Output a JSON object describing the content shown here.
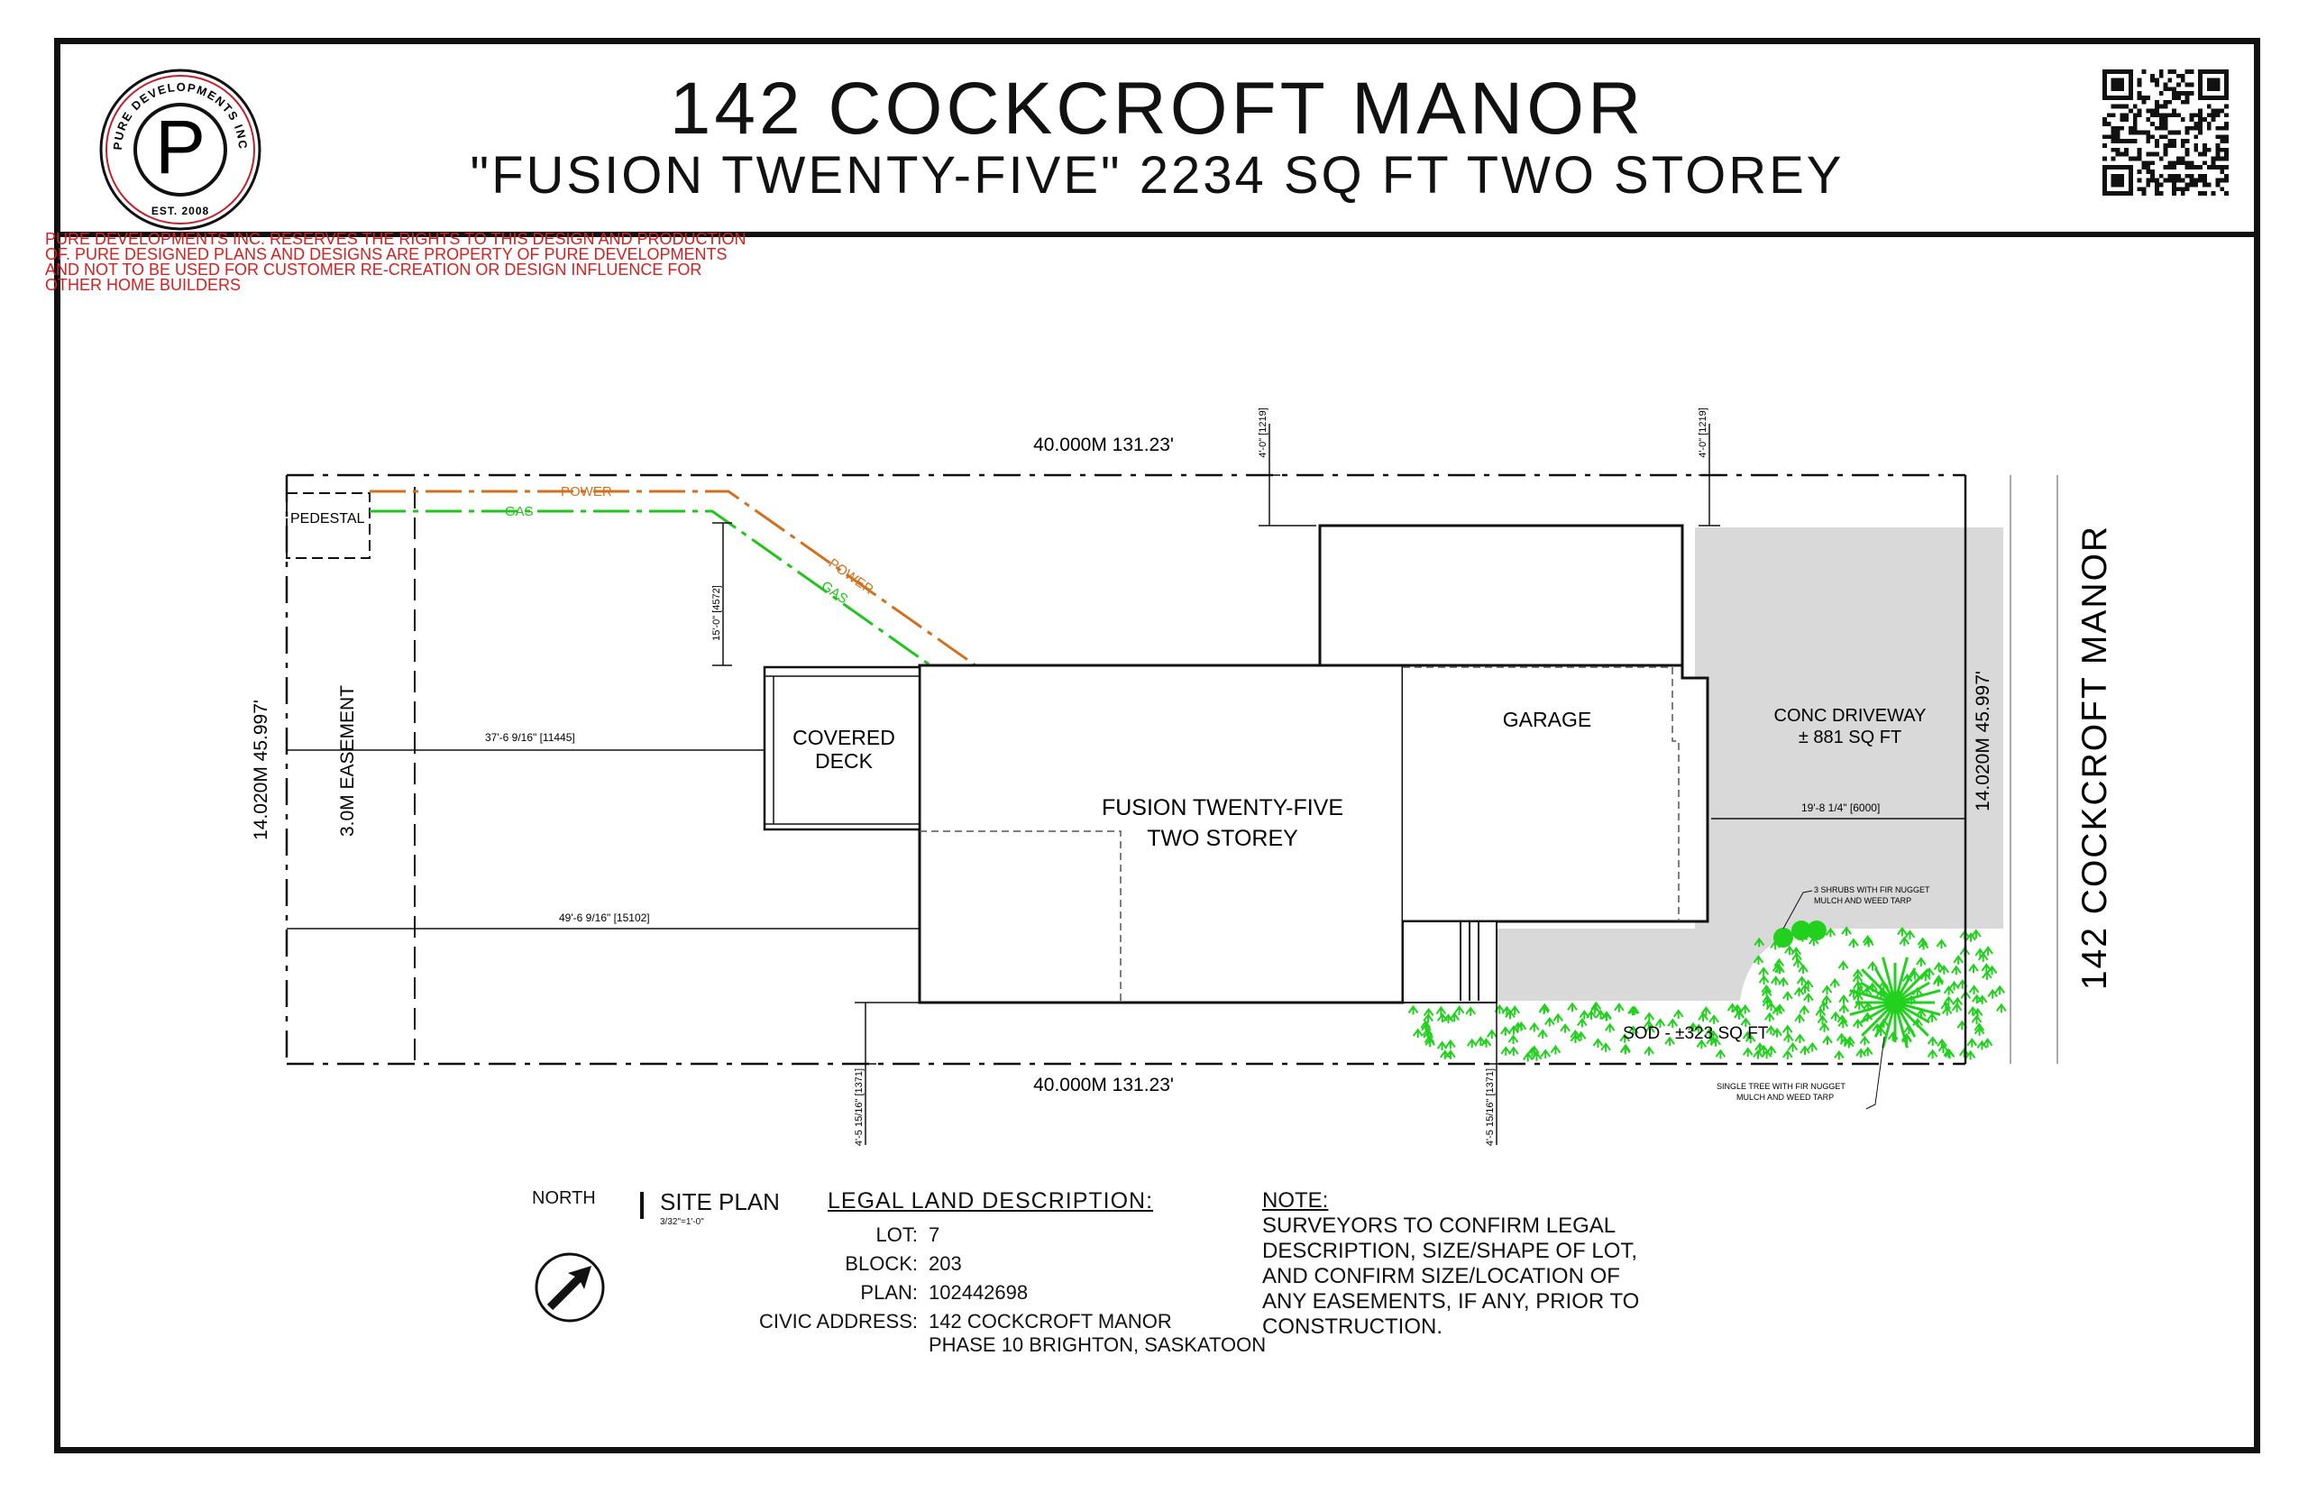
{
  "header": {
    "title": "142 COCKCROFT MANOR",
    "subtitle": "\"FUSION TWENTY-FIVE\"  2234 SQ FT TWO STOREY",
    "logo_letter": "P",
    "logo_ring_text": "PURE DEVELOPMENTS INC",
    "logo_est": "EST. 2008"
  },
  "disclaimer": "Pure Developments Inc. reserves the rights to this design and production of. Pure designed plans and designs are property of Pure Developments and not to be used for customer re-creation or design influence for other Home Builders",
  "plan": {
    "lot_top_dim": "40.000M 131.23'",
    "lot_bottom_dim": "40.000M 131.23'",
    "lot_left_dim": "14.020M 45.997'",
    "lot_right_dim": "14.020M 45.997'",
    "easement": "3.0M EASEMENT",
    "pedestal": "PEDESTAL",
    "power": "POWER",
    "gas": "GAS",
    "house_line1": "FUSION TWENTY-FIVE",
    "house_line2": "TWO STOREY",
    "deck_line1": "COVERED",
    "deck_line2": "DECK",
    "garage": "GARAGE",
    "driveway_line1": "CONC DRIVEWAY",
    "driveway_line2": "± 881 SQ FT",
    "sod": "SOD - ±323 SQ FT",
    "shrubs_line1": "3 SHRUBS WITH FIR NUGGET",
    "shrubs_line2": "MULCH AND WEED TARP",
    "tree_line1": "SINGLE TREE WITH FIR NUGGET",
    "tree_line2": "MULCH AND WEED TARP",
    "street": "142 COCKCROFT MANOR",
    "dim_setback_top1": "4'-0\" [1219]",
    "dim_setback_top2": "4'-0\" [1219]",
    "dim_15": "15'-0\" [4572]",
    "dim_37": "37'-6 9/16\" [11445]",
    "dim_49": "49'-6 9/16\" [15102]",
    "dim_19": "19'-8 1/4\" [6000]",
    "dim_side1": "4'-5 15/16\" [1371]",
    "dim_side2": "4'-5 15/16\" [1371]"
  },
  "site_plan": {
    "north": "NORTH",
    "label": "SITE PLAN",
    "scale": "3/32\"=1'-0\""
  },
  "legal": {
    "heading": "LEGAL LAND DESCRIPTION:",
    "lot_k": "LOT:",
    "lot_v": "7",
    "block_k": "BLOCK:",
    "block_v": "203",
    "plan_k": "PLAN:",
    "plan_v": "102442698",
    "civic_k": "CIVIC ADDRESS:",
    "civic_v1": "142 COCKCROFT MANOR",
    "civic_v2": "PHASE 10 BRIGHTON, SASKATOON"
  },
  "note": {
    "heading": "NOTE:",
    "line1": "SURVEYORS TO CONFIRM LEGAL",
    "line2": "DESCRIPTION, SIZE/SHAPE OF LOT,",
    "line3": "AND CONFIRM SIZE/LOCATION OF",
    "line4": "ANY EASEMENTS, IF ANY, PRIOR TO",
    "line5": "CONSTRUCTION."
  },
  "colors": {
    "power": "#d2701e",
    "gas": "#22c41e",
    "disclaimer": "#d42020",
    "driveway": "#d9d9d9",
    "landscape": "#22d11e"
  }
}
